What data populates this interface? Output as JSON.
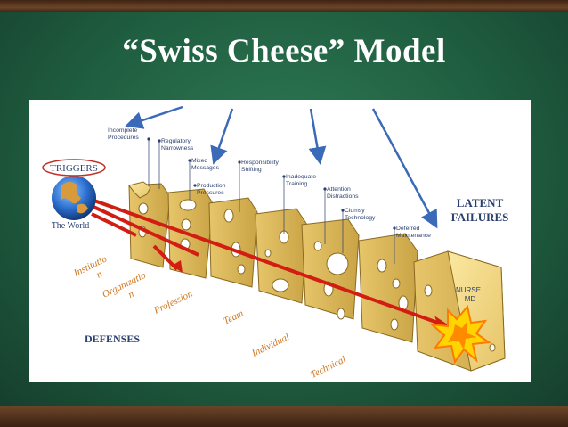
{
  "slide": {
    "title": "“Swiss Cheese” Model"
  },
  "diagram": {
    "triggers": "TRIGGERS",
    "world": "The World",
    "latent_line1": "LATENT",
    "latent_line2": "FAILURES",
    "defenses": "DEFENSES",
    "nurse_line1": "NURSE",
    "nurse_line2": "MD",
    "callouts": [
      [
        "Incomplete",
        "Procedures"
      ],
      [
        "Regulatory",
        "Narrowness"
      ],
      [
        "Mixed",
        "Messages"
      ],
      [
        "Production",
        "Pressures"
      ],
      [
        "Responsibility",
        "Shifting"
      ],
      [
        "Inadequate",
        "Training"
      ],
      [
        "Attention",
        "Distractions"
      ],
      [
        "Clumsy",
        "Technology"
      ],
      [
        "Deferred",
        "Maintenance"
      ]
    ],
    "layers": [
      [
        "Institutio",
        "n"
      ],
      [
        "Organizatio",
        "n"
      ],
      [
        "Profession"
      ],
      [
        "Team"
      ],
      [
        "Individual"
      ],
      [
        "Technical"
      ]
    ]
  }
}
